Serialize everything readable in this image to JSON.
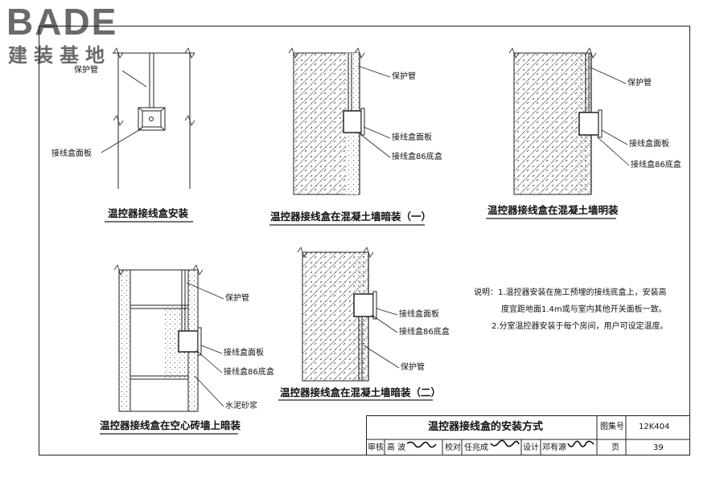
{
  "logo": {
    "brand": "BADE",
    "sub": "建装基地"
  },
  "diagrams": {
    "d1": {
      "caption": "温控器接线盒安装",
      "labels": {
        "pipe": "保护管",
        "panel": "接线盒面板"
      }
    },
    "d2": {
      "caption": "温控器接线盒在混凝土墙暗装（一）",
      "labels": {
        "pipe": "保护管",
        "panel": "接线盒面板",
        "box": "接线盒86底盒"
      }
    },
    "d3": {
      "caption": "温控器接线盒在混凝土墙明装",
      "labels": {
        "pipe": "保护管",
        "panel": "接线盒面板",
        "box": "接线盒86底盒"
      }
    },
    "d4": {
      "caption": "温控器接线盒在空心砖墙上暗装",
      "labels": {
        "pipe": "保护管",
        "panel": "接线盒面板",
        "box": "接线盒86底盒",
        "mortar": "水泥砂浆"
      }
    },
    "d5": {
      "caption": "温控器接线盒在混凝土墙暗装（二）",
      "labels": {
        "panel": "接线盒面板",
        "box": "接线盒86底盒",
        "pipe": "保护管"
      }
    }
  },
  "notes": {
    "line1": "说明：1.温控器安装在施工预埋的接线底盒上，安装高",
    "line2": "度宜距地面1.4m或与室内其他开关面板一致。",
    "line3": "2.分室温控器安装于每个房间，用户可设定温度。"
  },
  "title_block": {
    "title": "温控器接线盒的安装方式",
    "atlas_label": "图集号",
    "atlas_no": "12K404",
    "review_label": "审核",
    "reviewer": "高  波",
    "check_label": "校对",
    "checker": "任兆成",
    "design_label": "设计",
    "designer": "邓有源",
    "page_label": "页",
    "page_no": "39"
  }
}
